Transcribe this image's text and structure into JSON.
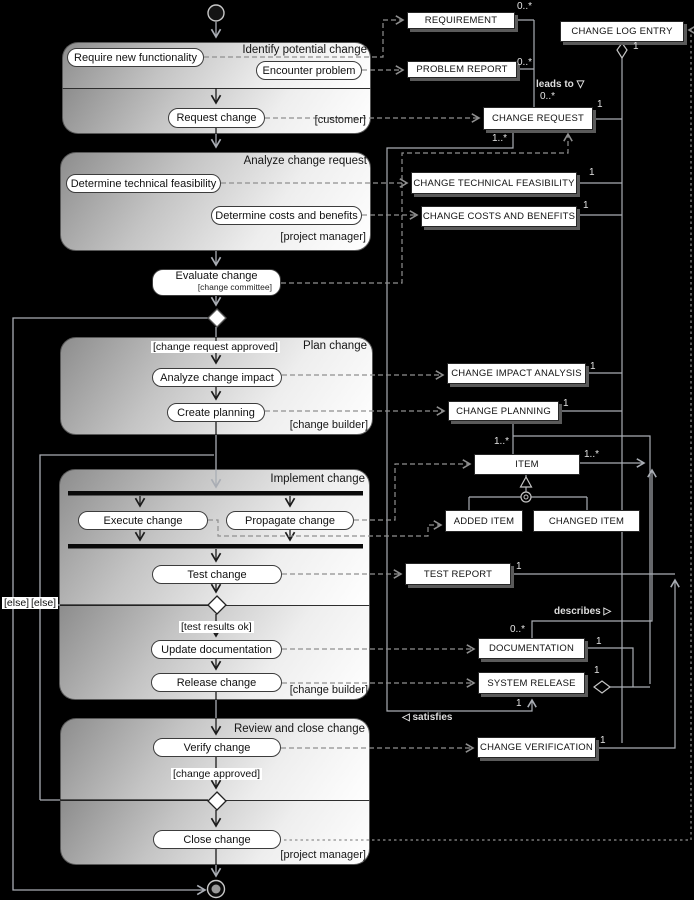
{
  "groups": [
    {
      "title": "Identify potential change",
      "role": "[customer]"
    },
    {
      "title": "Analyze change request",
      "role": "[project manager]"
    },
    {
      "title": "Plan change",
      "role": "[change builder]"
    },
    {
      "title": "Implement change",
      "role": "[change builder]"
    },
    {
      "title": "Review and close change",
      "role": "[project manager]"
    }
  ],
  "activities": {
    "require_new_functionality": "Require new functionality",
    "encounter_problem": "Encounter problem",
    "request_change": "Request change",
    "determine_technical_feasibility": "Determine technical feasibility",
    "determine_costs_benefits": "Determine costs and benefits",
    "evaluate_change": "Evaluate change",
    "evaluate_change_committee": "[change committee]",
    "analyze_change_impact": "Analyze change impact",
    "create_planning": "Create planning",
    "execute_change": "Execute change",
    "propagate_change": "Propagate change",
    "test_change": "Test change",
    "update_documentation": "Update documentation",
    "release_change": "Release change",
    "verify_change": "Verify change",
    "close_change": "Close change"
  },
  "guards": {
    "change_request_approved": "[change request approved]",
    "test_results_ok": "[test results ok]",
    "change_approved": "[change approved]",
    "else1": "[else]",
    "else2": "[else]"
  },
  "objects": {
    "requirement": "REQUIREMENT",
    "change_log_entry": "CHANGE LOG ENTRY",
    "problem_report": "PROBLEM REPORT",
    "change_request": "CHANGE REQUEST",
    "change_technical_feasibility": "CHANGE TECHNICAL FEASIBILITY",
    "change_costs_and_benefits": "CHANGE COSTS AND BENEFITS",
    "change_impact_analysis": "CHANGE IMPACT ANALYSIS",
    "change_planning": "CHANGE PLANNING",
    "item": "ITEM",
    "added_item": "ADDED ITEM",
    "changed_item": "CHANGED ITEM",
    "test_report": "TEST REPORT",
    "documentation": "DOCUMENTATION",
    "system_release": "SYSTEM RELEASE",
    "change_verification": "CHANGE VERIFICATION"
  },
  "relations": {
    "leads_to": "leads to ▽",
    "describes": "describes ▷",
    "satisfies": "◁ satisfies"
  },
  "mult": {
    "req": "0..*",
    "pr": "0..*",
    "leads": "0..*",
    "cr_top": "1",
    "cr_bottom": "1..*",
    "cle": "1",
    "ctf": "1",
    "ccb": "1",
    "cia": "1",
    "cp": "1",
    "item_top": "1..*",
    "item_right": "1..*",
    "tr": "1",
    "doc_desc": "0..*",
    "doc": "1",
    "sr_diamond": "1",
    "sr_bottom": "1",
    "cv": "1"
  },
  "colors": {
    "background": "#000000",
    "line_light": "#a9adb4",
    "line_dark": "#1c1c1c",
    "dashed": "#8f8f8f",
    "box_bg": "#ffffff",
    "shadow": "#5a5a5a"
  }
}
